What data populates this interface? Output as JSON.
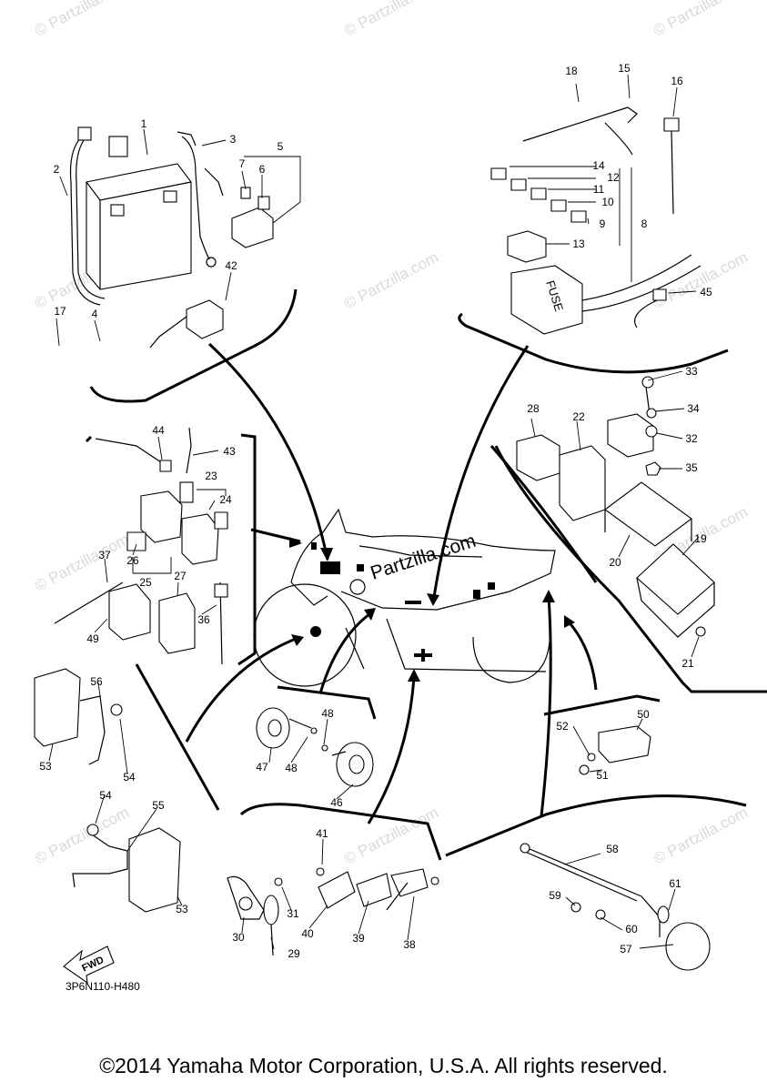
{
  "diagram_code": "3P6N110-H480",
  "fwd_label": "FWD",
  "fuse_label": "FUSE",
  "center_brand": "Partzilla.com",
  "watermark": "© Partzilla.com",
  "copyright": "©2014 Yamaha Motor Corporation, U.S.A. All rights reserved.",
  "callouts": [
    "1",
    "2",
    "3",
    "4",
    "5",
    "6",
    "7",
    "8",
    "9",
    "10",
    "11",
    "12",
    "13",
    "14",
    "15",
    "16",
    "17",
    "18",
    "19",
    "20",
    "21",
    "22",
    "23",
    "24",
    "25",
    "26",
    "27",
    "28",
    "29",
    "30",
    "31",
    "32",
    "33",
    "34",
    "35",
    "36",
    "37",
    "38",
    "39",
    "40",
    "41",
    "42",
    "43",
    "44",
    "45",
    "46",
    "47",
    "48",
    "48",
    "49",
    "50",
    "51",
    "52",
    "53",
    "53",
    "54",
    "54",
    "55",
    "56",
    "57",
    "58",
    "59",
    "60",
    "61"
  ]
}
